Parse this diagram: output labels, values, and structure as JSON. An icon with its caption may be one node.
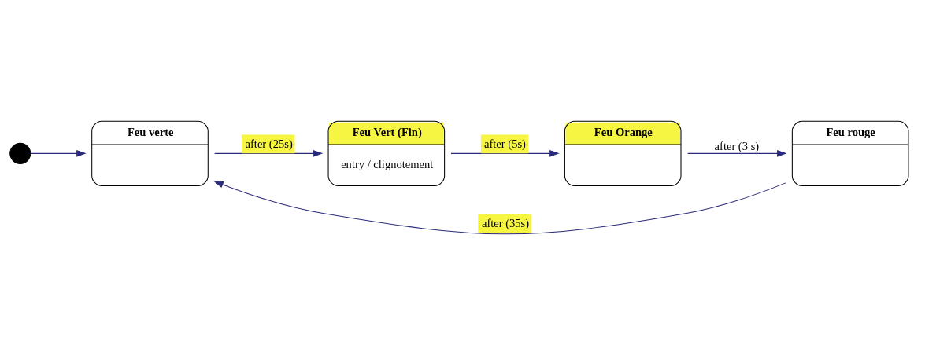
{
  "diagram": {
    "nodes": [
      {
        "text": [],
        "shape": "circle"
      },
      {
        "text": [
          "Feu verte"
        ]
      },
      {
        "text": [
          "Feu Vert (Fin)",
          "entry / clignotement"
        ]
      },
      {
        "text": [
          "Feu Orange"
        ]
      },
      {
        "text": [
          "Feu rouge"
        ]
      }
    ],
    "edges": [
      {
        "from": 0,
        "to": 1,
        "arrow": "to"
      },
      {
        "from": 1,
        "to": 2,
        "arrow": "to",
        "label": "after (25s)"
      },
      {
        "from": 2,
        "to": 3,
        "arrow": "to",
        "label": "after (5s)"
      },
      {
        "from": 3,
        "to": 4,
        "arrow": "to",
        "label": "after (3 s)"
      },
      {
        "from": 4,
        "to": 1,
        "arrow": "to",
        "label": "after (35s)"
      }
    ]
  }
}
